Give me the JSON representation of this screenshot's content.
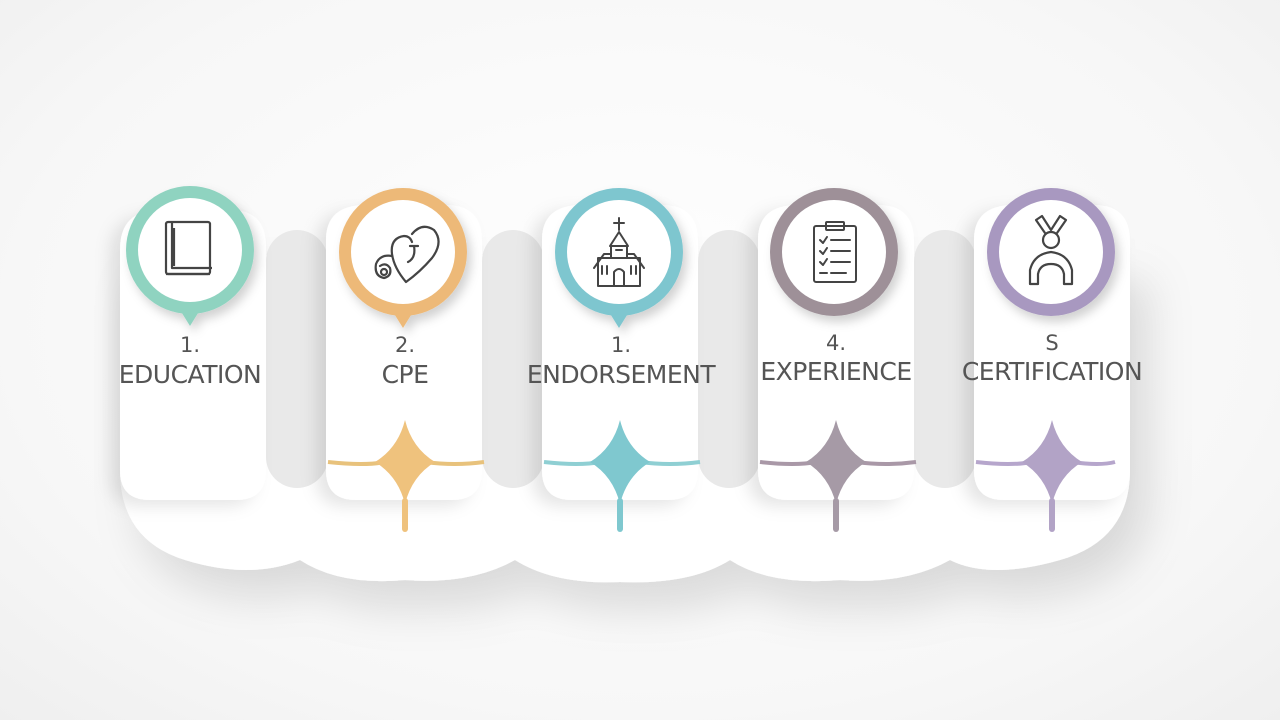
{
  "steps": [
    {
      "number": "1.",
      "label": "EDUCATION",
      "icon": "book-icon",
      "color": "#8fd3c0"
    },
    {
      "number": "2.",
      "label": "CPE",
      "icon": "heart-stethoscope-icon",
      "color": "#edb978"
    },
    {
      "number": "1.",
      "label": "ENDORSEMENT",
      "icon": "church-icon",
      "color": "#7ec6cf"
    },
    {
      "number": "4.",
      "label": "EXPERIENCE",
      "icon": "clipboard-checklist-icon",
      "color": "#9e9098"
    },
    {
      "number": "S",
      "label": "CERTIFICATION",
      "icon": "figure-arch-icon",
      "color": "#a898c0"
    }
  ],
  "colors": {
    "connector_gold": "#e8c27c",
    "connector_teal": "#8fcfd3",
    "connector_mauve": "#a998a7",
    "connector_lilac": "#b6a6cc"
  }
}
